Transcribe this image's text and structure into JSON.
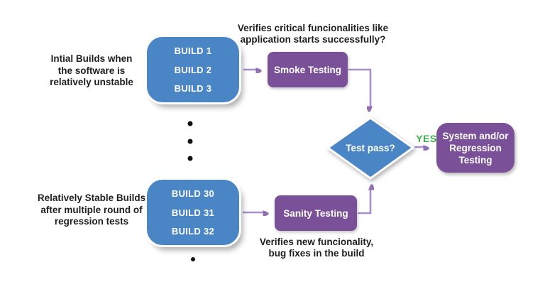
{
  "colors": {
    "node_blue": "#4A86C6",
    "node_purple": "#7A5199",
    "arrow_purple": "#A78FC8",
    "arrowhead_purple": "#9070B2",
    "yes_green": "#3CB14C",
    "text_dark": "#1E1E1E"
  },
  "annotations": {
    "initial_builds": {
      "line1": "Intial Builds when",
      "line2": "the software is",
      "line3": "relatively unstable"
    },
    "stable_builds": {
      "line1": "Relatively Stable Builds",
      "line2": "after multiple round of",
      "line3": "regression tests"
    },
    "smoke_note": {
      "line1": "Verifies critical funcionalities like",
      "line2": "application starts successfully?"
    },
    "sanity_note": {
      "line1": "Verifies new funcionality,",
      "line2": "bug fixes in the build"
    }
  },
  "nodes": {
    "builds_initial": {
      "b1": "BUILD 1",
      "b2": "BUILD 2",
      "b3": "BUILD 3"
    },
    "builds_stable": {
      "b1": "BUILD 30",
      "b2": "BUILD 31",
      "b3": "BUILD 32"
    },
    "smoke_label": "Smoke Testing",
    "sanity_label": "Sanity Testing",
    "decision_label": "Test pass?",
    "yes_label": "YES",
    "system": {
      "line1": "System and/or",
      "line2": "Regression",
      "line3": "Testing"
    }
  }
}
